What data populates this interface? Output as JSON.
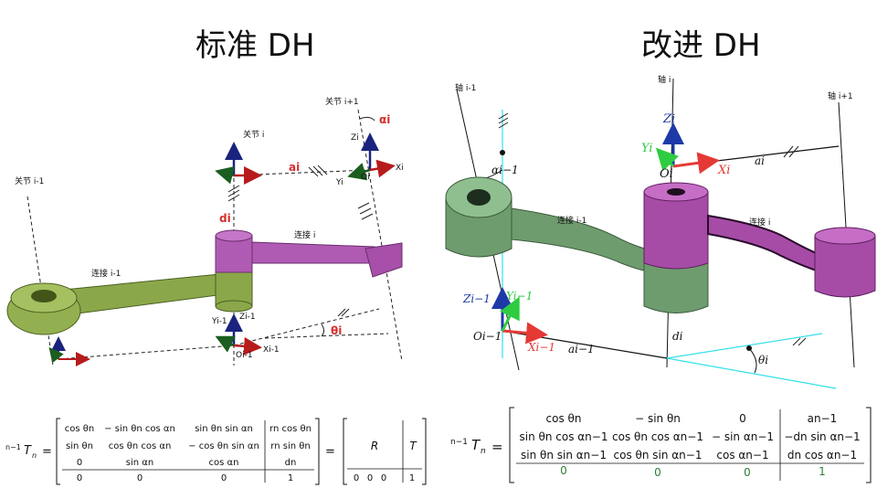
{
  "titles": {
    "standard": "标准 DH",
    "modified": "改进 DH"
  },
  "standard": {
    "labels": {
      "joint_prev": "关节 i-1",
      "joint_cur": "关节 i",
      "joint_next": "关节 i+1",
      "link_prev": "连接 i-1",
      "link_cur": "连接 i",
      "ai": "ai",
      "di": "di",
      "alpha_i": "αi",
      "theta_i": "θi",
      "Zi": "Zi",
      "Yi": "Yi",
      "Oi": "Oi",
      "Xi": "Xi",
      "Zi1": "Zi-1",
      "Yi1": "Yi-1",
      "Oi1": "Oi-1",
      "Xi1": "Xi-1"
    },
    "matrix": {
      "lhs_sup": "n−1",
      "lhs": "T",
      "lhs_sub": "n",
      "eq": "=",
      "rows": [
        [
          "cos θn",
          "− sin θn cos αn",
          "sin θn sin αn",
          "rn cos θn"
        ],
        [
          "sin θn",
          "cos θn cos αn",
          "− cos θn sin αn",
          "rn sin θn"
        ],
        [
          "0",
          "sin αn",
          "cos αn",
          "dn"
        ],
        [
          "0",
          "0",
          "0",
          "1"
        ]
      ],
      "block_R": "R",
      "block_T": "T",
      "block_bottom": [
        "0",
        "0",
        "0",
        "1"
      ]
    }
  },
  "modified": {
    "labels": {
      "axis_prev": "轴 i-1",
      "axis_cur": "轴 i",
      "axis_next": "轴 i+1",
      "link_prev": "连接 i-1",
      "link_cur": "连接 i",
      "Zi": "Zi",
      "Yi": "Yi",
      "Oi": "Oi",
      "Xi": "Xi",
      "Zi1": "Zi−1",
      "Yi1": "Yi−1",
      "Oi1": "Oi−1",
      "Xi1": "Xi−1",
      "alpha_prev": "αi−1",
      "a_i": "ai",
      "a_prev": "ai−1",
      "d_i": "di",
      "theta_i": "θi"
    },
    "matrix": {
      "lhs_sup": "n−1",
      "lhs": "T",
      "lhs_sub": "n",
      "eq": "=",
      "rows": [
        [
          "cos θn",
          "− sin θn",
          "0",
          "an−1"
        ],
        [
          "sin θn cos αn−1",
          "cos θn cos αn−1",
          "− sin αn−1",
          "−dn sin αn−1"
        ],
        [
          "sin θn sin αn−1",
          "cos θn sin αn−1",
          "cos αn−1",
          "dn cos αn−1"
        ],
        [
          "0",
          "0",
          "0",
          "1"
        ]
      ]
    }
  },
  "colors": {
    "axis_z": "#1a237e",
    "axis_x": "#b71c1c",
    "axis_y": "#1b5e20",
    "label_red": "#d32f2f",
    "link_green": "#8aa84a",
    "link_purple": "#b05bb3",
    "cyan": "#33e0e8",
    "mod_green": "#6f9c6f",
    "mod_purple": "#a64ca6"
  }
}
